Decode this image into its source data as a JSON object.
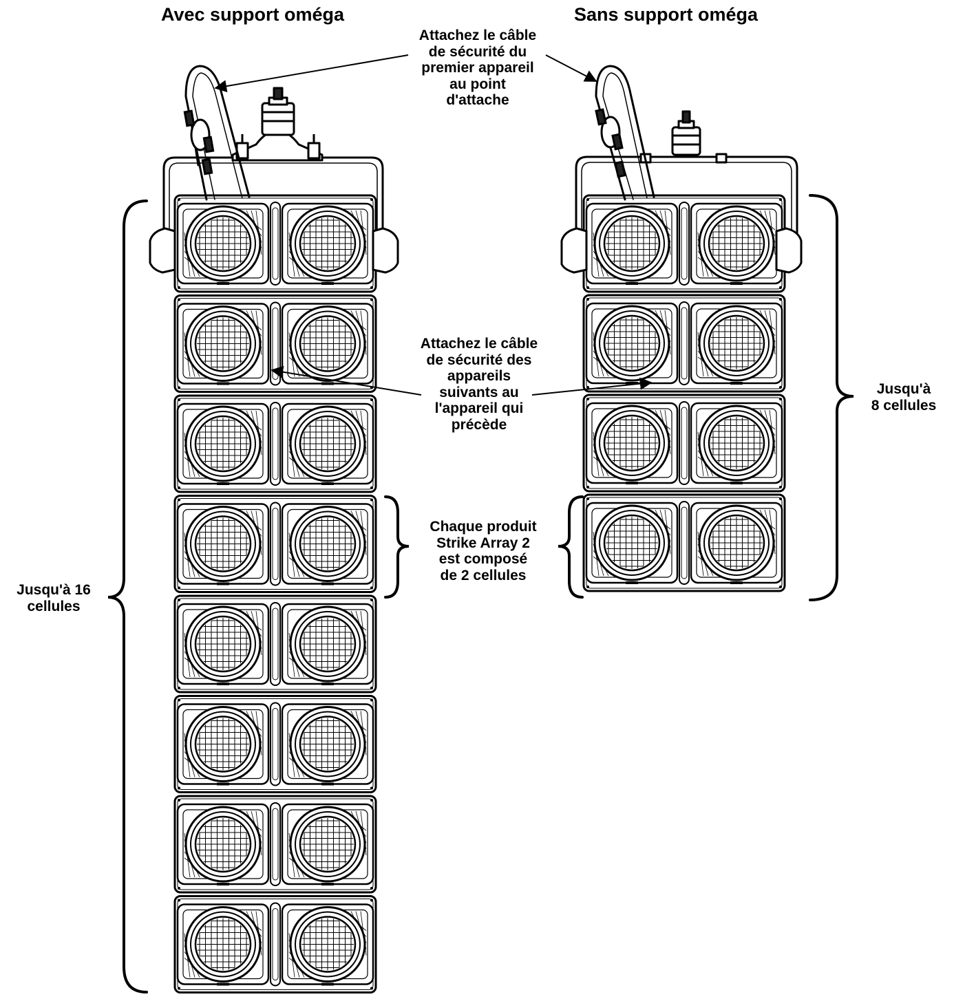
{
  "headings": {
    "left": "Avec support oméga",
    "right": "Sans support oméga"
  },
  "callouts": {
    "first_fixture": [
      "Attachez le câble",
      "de sécurité du",
      "premier appareil",
      "au point",
      "d'attache"
    ],
    "following_fixtures": [
      "Attachez le câble",
      "de sécurité des",
      "appareils",
      "suivants au",
      "l'appareil qui",
      "précède"
    ],
    "product": [
      "Chaque produit",
      "Strike Array 2",
      "est composé",
      "de 2 cellules"
    ],
    "max_left": [
      "Jusqu'à 16",
      "cellules"
    ],
    "max_right": [
      "Jusqu'à",
      "8 cellules"
    ]
  },
  "stacks": {
    "left_units": 8,
    "right_units": 4,
    "cells_per_unit": 2
  },
  "colors": {
    "line": "#000000",
    "background": "#ffffff"
  },
  "icons": [
    "omega-bracket-icon",
    "safety-cable-icon",
    "clamp-icon",
    "fixture-cell-icon"
  ]
}
